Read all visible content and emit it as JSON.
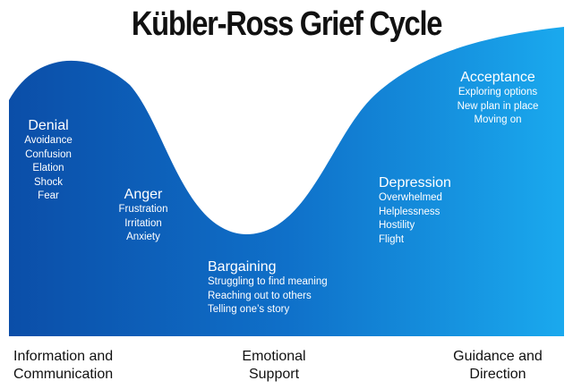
{
  "title": "Kübler-Ross Grief Cycle",
  "colors": {
    "curve_dark": "#0b4ea8",
    "curve_light": "#1aa9ee",
    "text": "#ffffff"
  },
  "stages": [
    {
      "name": "Denial",
      "items": [
        "Avoidance",
        "Confusion",
        "Elation",
        "Shock",
        "Fear"
      ]
    },
    {
      "name": "Anger",
      "items": [
        "Frustration",
        "Irritation",
        "Anxiety"
      ]
    },
    {
      "name": "Bargaining",
      "items": [
        "Struggling to find meaning",
        "Reaching out to others",
        "Telling one’s story"
      ]
    },
    {
      "name": "Depression",
      "items": [
        "Overwhelmed",
        "Helplessness",
        "Hostility",
        "Flight"
      ]
    },
    {
      "name": "Acceptance",
      "items": [
        "Exploring options",
        "New plan in place",
        "Moving on"
      ]
    }
  ],
  "bottom_labels": [
    {
      "line1": "Information and",
      "line2": "Communication"
    },
    {
      "line1": "Emotional",
      "line2": "Support"
    },
    {
      "line1": "Guidance and",
      "line2": "Direction"
    }
  ]
}
